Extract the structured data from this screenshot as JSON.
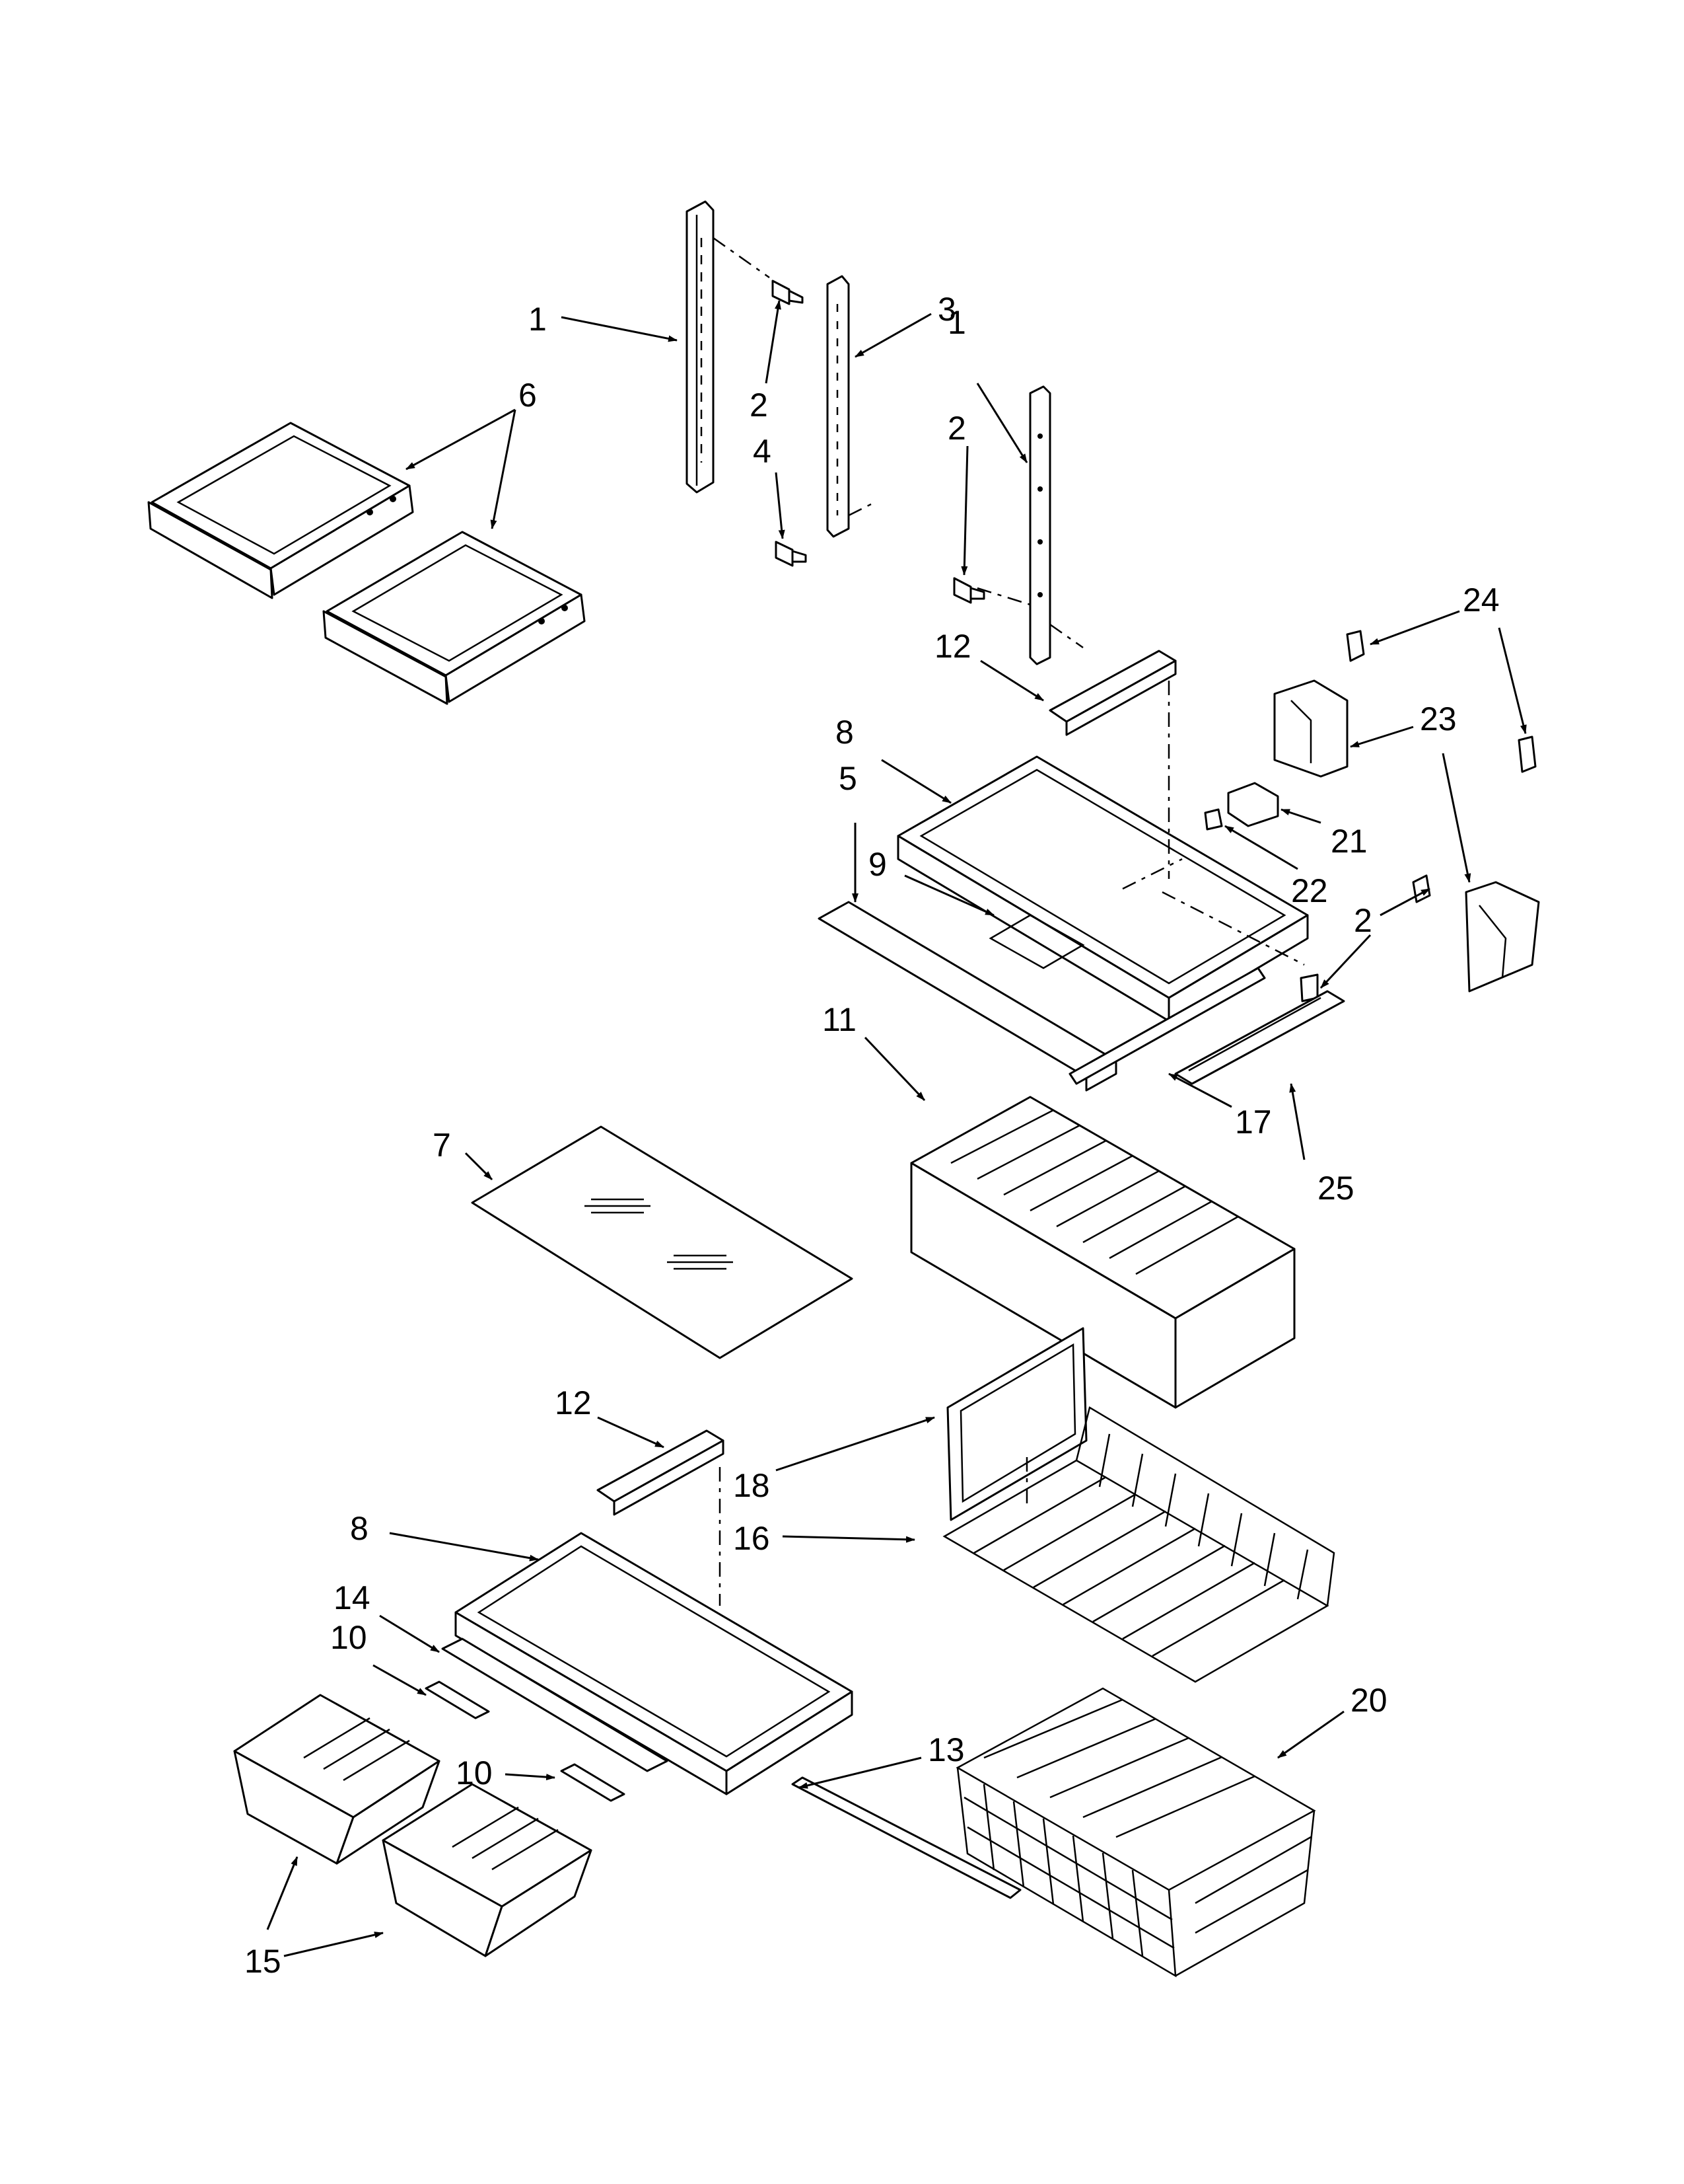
{
  "labels": {
    "l1a": "1",
    "l1b": "1",
    "l2a": "2",
    "l2b": "2",
    "l2c": "2",
    "l3": "3",
    "l4": "4",
    "l5": "5",
    "l6": "6",
    "l7": "7",
    "l8a": "8",
    "l8b": "8",
    "l9": "9",
    "l10a": "10",
    "l10b": "10",
    "l11": "11",
    "l12a": "12",
    "l12b": "12",
    "l13": "13",
    "l14": "14",
    "l15": "15",
    "l16": "16",
    "l17": "17",
    "l18": "18",
    "l20": "20",
    "l21": "21",
    "l22": "22",
    "l23": "23",
    "l24": "24",
    "l25": "25"
  }
}
